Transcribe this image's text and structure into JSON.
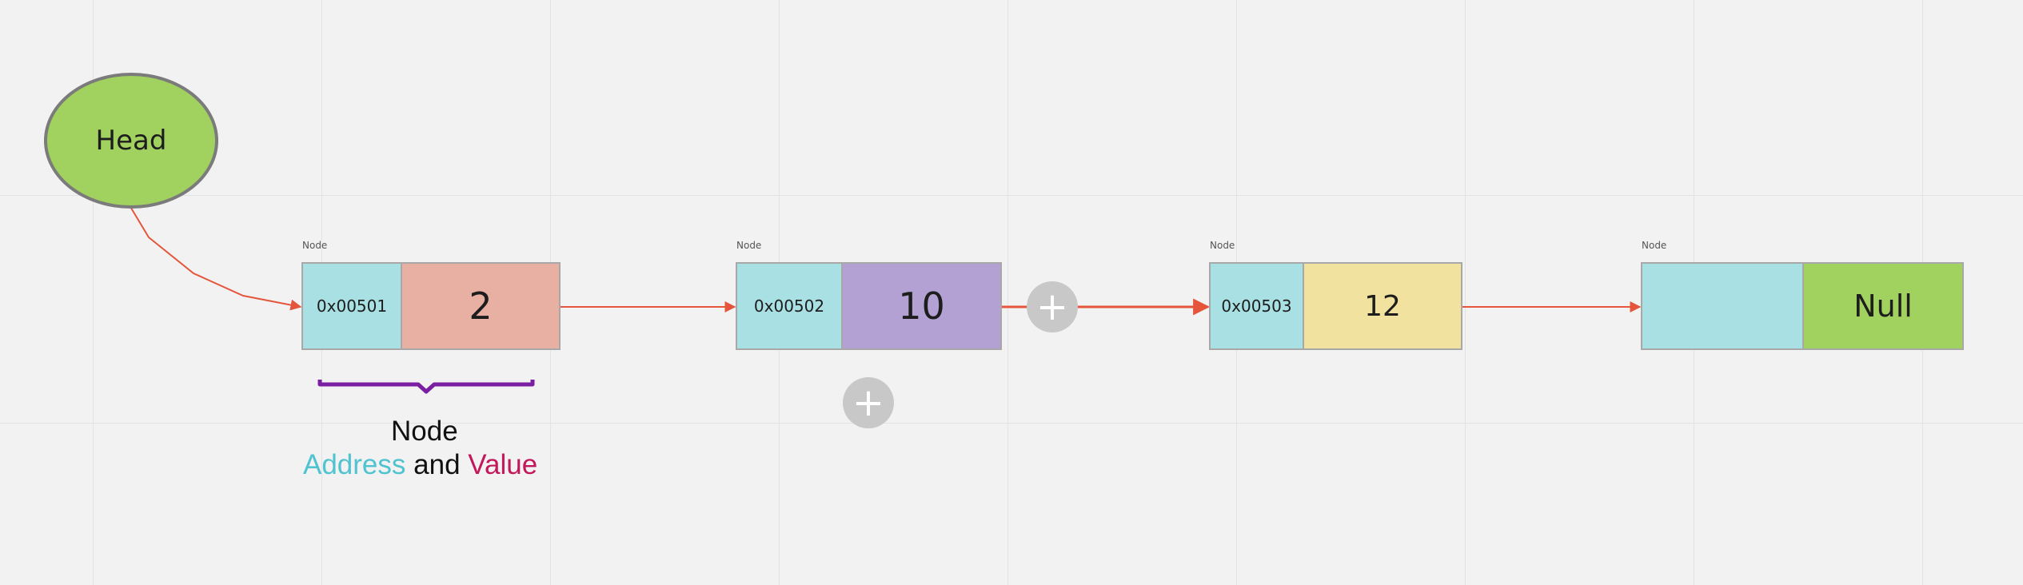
{
  "head": {
    "label": "Head"
  },
  "nodes": [
    {
      "caption": "Node",
      "address": "0x00501",
      "value": "2",
      "value_color": "#e8b0a2"
    },
    {
      "caption": "Node",
      "address": "0x00502",
      "value": "10",
      "value_color": "#b3a1d3"
    },
    {
      "caption": "Node",
      "address": "0x00503",
      "value": "12",
      "value_color": "#f2e29f"
    },
    {
      "caption": "Node",
      "address": "",
      "value": "Null",
      "value_color": "#a1d15e"
    }
  ],
  "legend": {
    "title": "Node",
    "address_word": "Address",
    "connector": "and",
    "value_word": "Value",
    "address_color": "#4fc3cf",
    "value_color": "#c2185b",
    "brace_color": "#7b1fa2"
  },
  "colors": {
    "arrow": "#e4553b",
    "address_cell": "#a8e0e3",
    "head_fill": "#a1d15e",
    "head_border": "#7b7b7b"
  },
  "controls": {
    "add_icon": "+"
  }
}
